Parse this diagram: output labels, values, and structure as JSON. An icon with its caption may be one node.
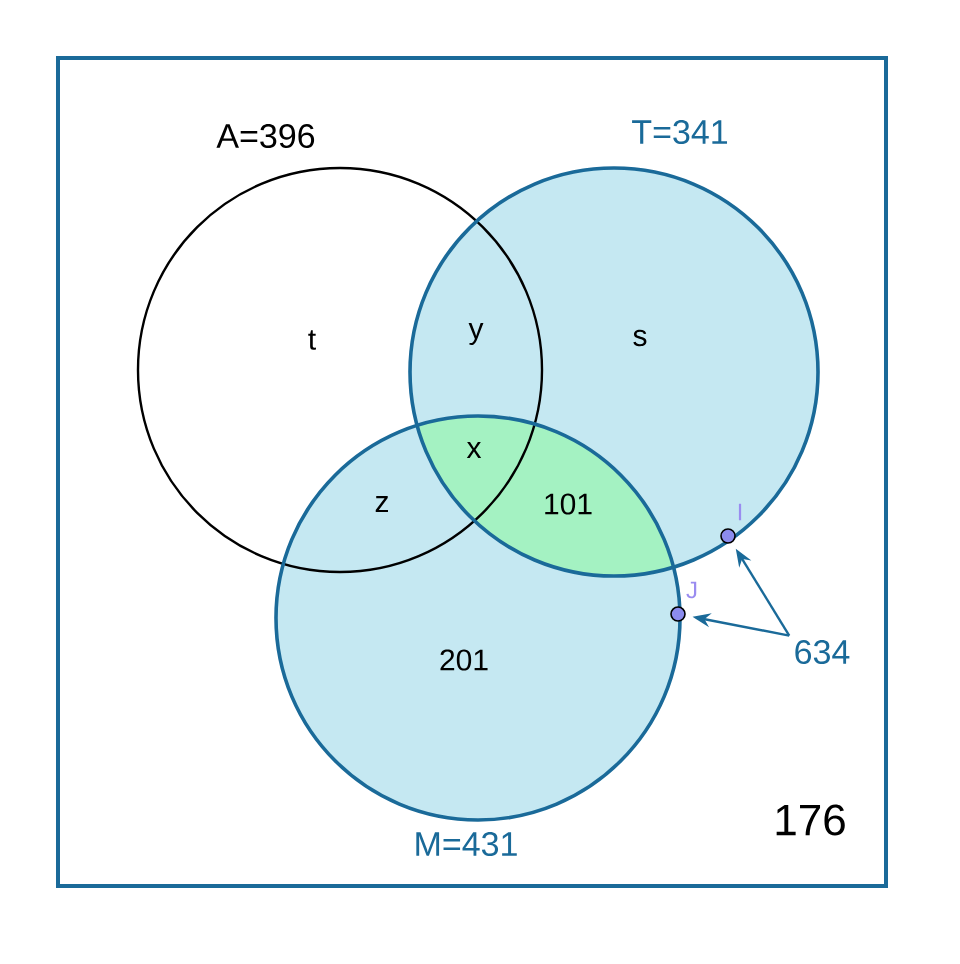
{
  "diagram": {
    "nodes": [
      {
        "text": [
          "176"
        ]
      },
      {
        "text": [
          "A=396"
        ],
        "in": 0
      },
      {
        "text": [
          "T=341"
        ],
        "in": 0
      },
      {
        "text": [
          "M=431"
        ],
        "in": 0
      },
      {
        "text": [],
        "shape": "circle",
        "beside": [
          "I"
        ],
        "in": 2
      },
      {
        "text": [],
        "shape": "circle",
        "beside": [
          "J"
        ],
        "in": 0
      },
      {
        "text": [
          "634"
        ],
        "in": 0
      }
    ],
    "edges": [
      {
        "from": 6,
        "to": 4,
        "arrow": "to"
      },
      {
        "from": 6,
        "to": 5,
        "arrow": "to"
      }
    ],
    "labels": [
      "t",
      "y",
      "s",
      "x",
      "z",
      "101",
      "201"
    ]
  }
}
